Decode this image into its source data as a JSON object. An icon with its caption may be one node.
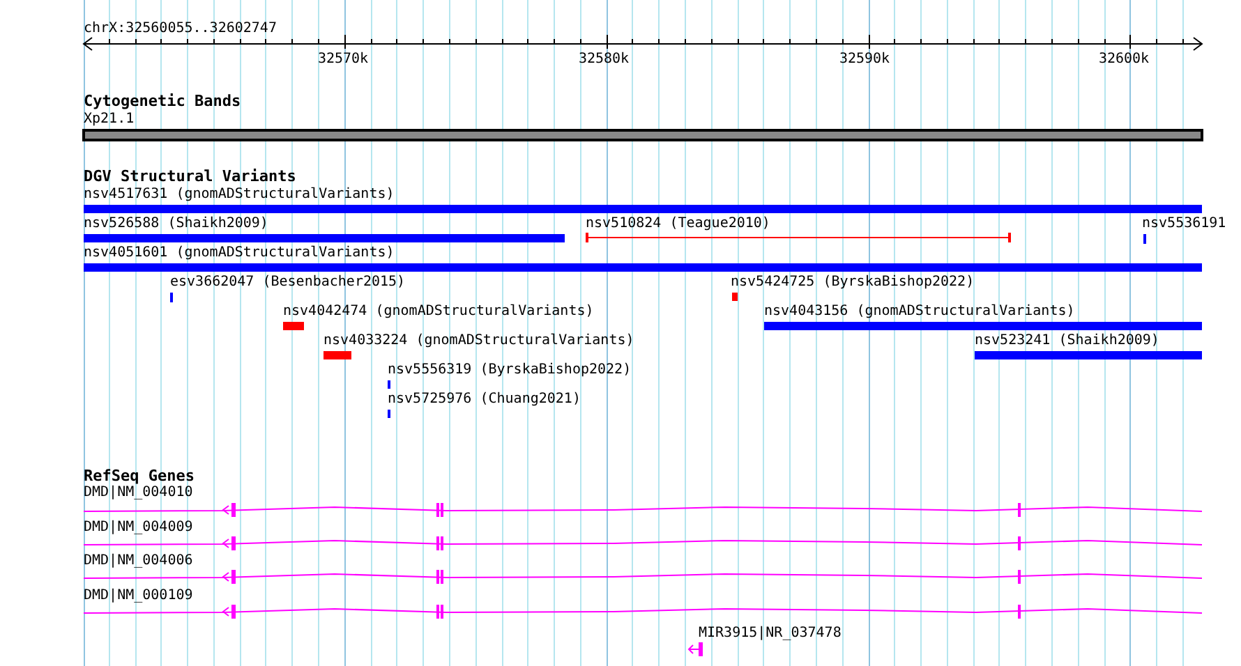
{
  "diagram": {
    "labels": [
      "chrX:32560055..32602747",
      "32570k",
      "32580k",
      "32590k",
      "32600k",
      "Cytogenetic Bands",
      "Xp21.1",
      "DGV Structural Variants",
      "nsv4517631 (gnomADStructuralVariants)",
      "nsv526588 (Shaikh2009)",
      "nsv510824 (Teague2010)",
      "nsv5536191",
      "nsv4051601 (gnomADStructuralVariants)",
      "esv3662047 (Besenbacher2015)",
      "nsv5424725 (ByrskaBishop2022)",
      "nsv4042474 (gnomADStructuralVariants)",
      "nsv4043156 (gnomADStructuralVariants)",
      "nsv4033224 (gnomADStructuralVariants)",
      "nsv523241 (Shaikh2009)",
      "nsv5556319 (ByrskaBishop2022)",
      "nsv5725976 (Chuang2021)",
      "RefSeq Genes",
      "DMD|NM_004010",
      "DMD|NM_004009",
      "DMD|NM_004006",
      "DMD|NM_000109",
      "MIR3915|NR_037478"
    ]
  }
}
